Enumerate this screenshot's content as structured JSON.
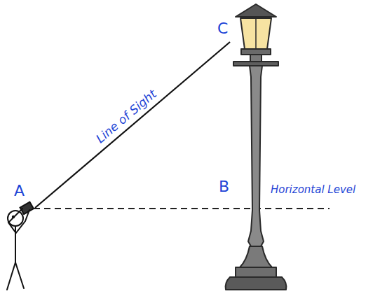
{
  "diagram": {
    "labels": [
      "A",
      "B",
      "C",
      "Line of Sight",
      "Horizontal Level"
    ]
  }
}
